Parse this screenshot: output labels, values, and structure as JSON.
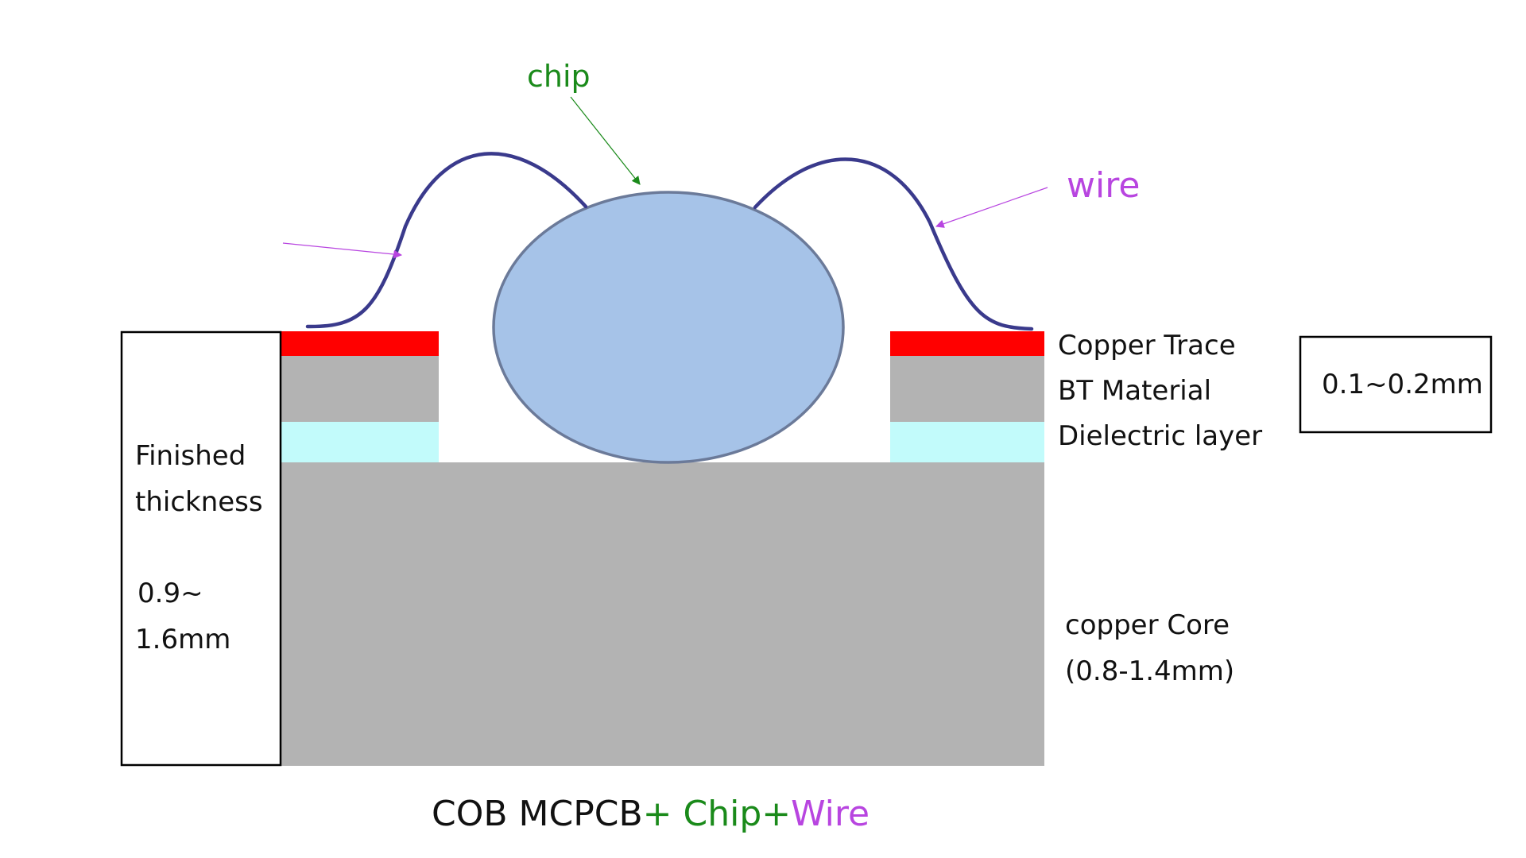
{
  "labels": {
    "chip": "chip",
    "wire": "wire",
    "copper_trace": "Copper Trace",
    "bt_material": "BT Material",
    "dielectric_layer": "Dielectric layer",
    "layer_thickness": "0.1~0.2mm",
    "finished_thickness_line1": "Finished",
    "finished_thickness_line2": "thickness",
    "finished_value_line1": "0.9~",
    "finished_value_line2": "1.6mm",
    "copper_core_line1": "copper Core",
    "copper_core_line2": "(0.8-1.4mm)"
  },
  "caption": {
    "part1": "COB MCPCB",
    "part2": "+ Chip+",
    "part3": "Wire"
  },
  "colors": {
    "copper_trace": "#ff0000",
    "bt_material": "#b3b3b3",
    "dielectric": "#c2fbfb",
    "copper_core": "#b3b3b3",
    "chip_fill": "#a6c3e8",
    "chip_stroke": "#6b7a99",
    "wire": "#3a3a8c",
    "chip_label": "#1a8a1a",
    "wire_label": "#b845e0"
  }
}
